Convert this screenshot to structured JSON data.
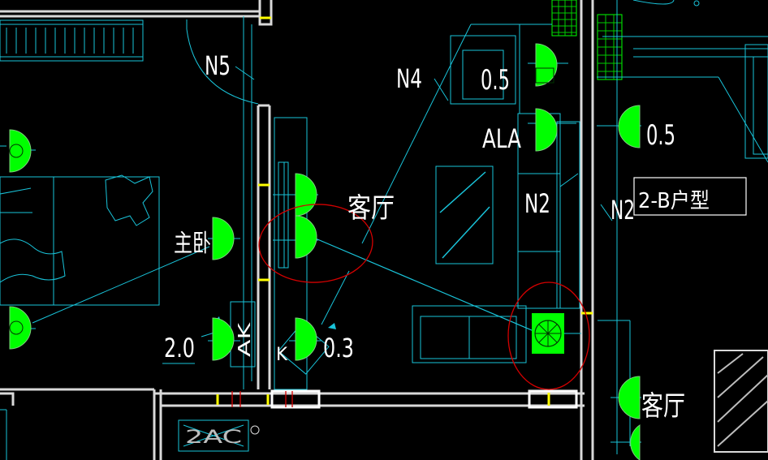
{
  "labels": {
    "room_living_center": "客厅",
    "room_living_right": "客厅",
    "room_master": "主卧",
    "unit_type": "2-B户型",
    "ala": "ALA",
    "n2_a": "N2",
    "n2_b": "N2",
    "n4": "N4",
    "n5": "N5",
    "v05_a": "0.5",
    "v05_b": "0.5",
    "v20": "2.0",
    "v03": "0.3",
    "ak": "AK",
    "k": "K",
    "ac": "2AC"
  },
  "colors": {
    "background": "#000000",
    "drawing_lines": "#19c3d9",
    "walls": "#bdbdbd",
    "wall_accent": "#ffff00",
    "symbols": "#00ff00",
    "highlight_circles": "#d40000",
    "text": "#ffffff"
  }
}
